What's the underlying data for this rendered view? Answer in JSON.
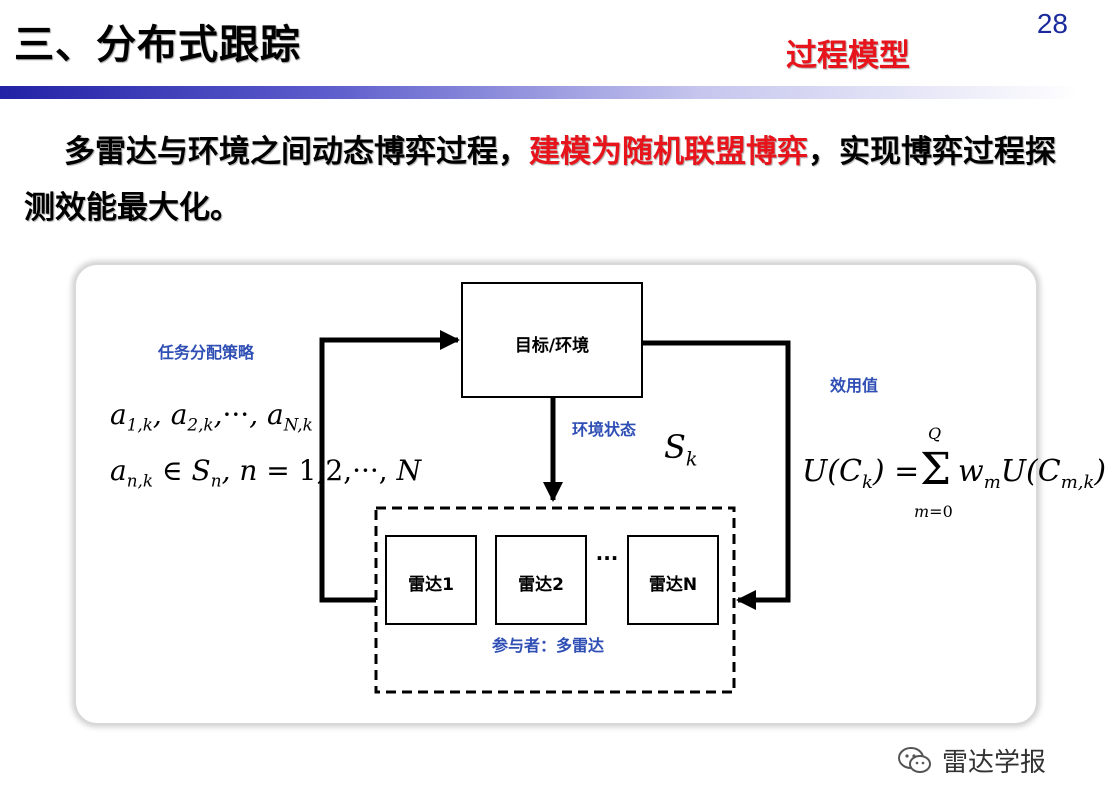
{
  "slide": {
    "title": "三、分布式跟踪",
    "page_number": "28",
    "section_tag": "过程模型"
  },
  "intro": {
    "part1": "多雷达与环境之间动态博弈过程，",
    "highlight": "建模为随机联盟博弈",
    "part2": "，实现博弈过程探测效能最大化。"
  },
  "diagram": {
    "nodes": {
      "environment": "目标/环境",
      "radar1": "雷达1",
      "radar2": "雷达2",
      "ellipsis": "···",
      "radarN": "雷达N"
    },
    "labels": {
      "strategy": "任务分配策略",
      "env_state": "环境状态",
      "utility": "效用值",
      "participants": "参与者：多雷达"
    },
    "math": {
      "strategy_line1": "a1,k , a2,k ,···, aN,k",
      "strategy_line2": "an,k ∈ Sn , n = 1,2,···, N",
      "state": "Sk",
      "utility": "U(Ck) = Σ m=0..Q wm U(Cm,k)"
    }
  },
  "watermark": {
    "text": "雷达学报",
    "icon": "wechat-icon"
  },
  "colors": {
    "title_rule_start": "#2222a6",
    "highlight_red": "#e8141c",
    "label_blue": "#2f4fb5",
    "page_number_blue": "#1a2a9c"
  }
}
